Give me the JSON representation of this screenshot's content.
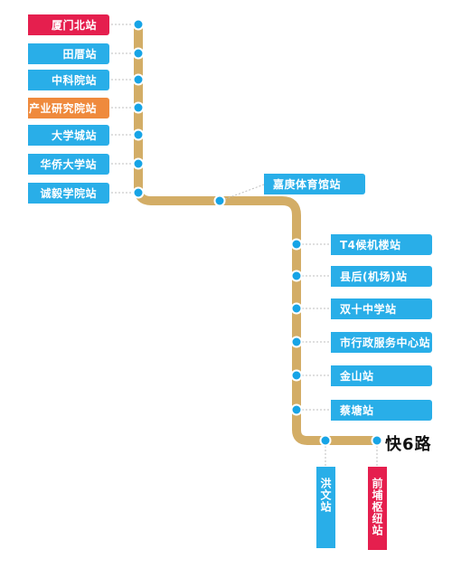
{
  "route": {
    "name": "快6路"
  },
  "colors": {
    "line": "#d3ad66",
    "station_dot": "#17a4e6",
    "station_ring": "#ffffff",
    "label_blue": "#29aee8",
    "label_red": "#e51f4e",
    "label_orange": "#ef8a3d"
  },
  "stations_left": [
    {
      "label": "厦门北站",
      "type": "terminal"
    },
    {
      "label": "田厝站",
      "type": "normal"
    },
    {
      "label": "中科院站",
      "type": "normal"
    },
    {
      "label": "产业研究院站",
      "type": "highlight"
    },
    {
      "label": "大学城站",
      "type": "normal"
    },
    {
      "label": "华侨大学站",
      "type": "normal"
    },
    {
      "label": "诚毅学院站",
      "type": "normal"
    }
  ],
  "station_mid": {
    "label": "嘉庚体育馆站"
  },
  "stations_right": [
    {
      "label": "T4候机楼站"
    },
    {
      "label": "县后(机场)站"
    },
    {
      "label": "双十中学站"
    },
    {
      "label": "市行政服务中心站"
    },
    {
      "label": "金山站"
    },
    {
      "label": "蔡塘站"
    }
  ],
  "stations_bottom": [
    {
      "label": "洪文站",
      "type": "normal"
    },
    {
      "label": "前埔枢纽站",
      "type": "terminal"
    }
  ]
}
